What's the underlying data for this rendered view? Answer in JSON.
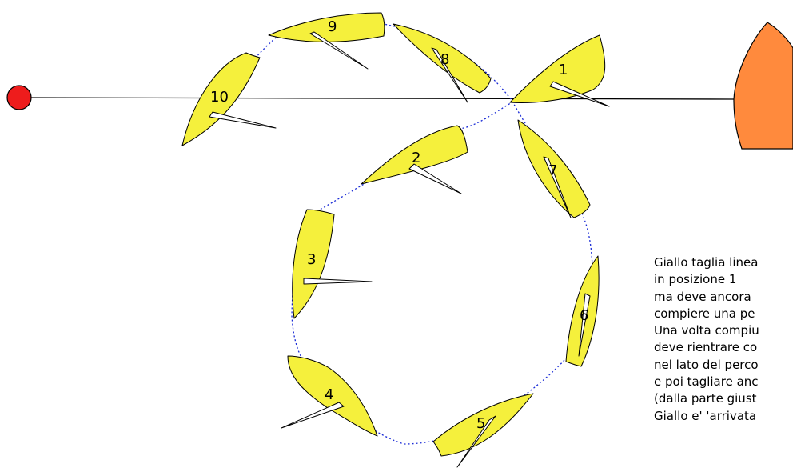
{
  "diagram": {
    "boats": [
      {
        "number": "1"
      },
      {
        "number": "2"
      },
      {
        "number": "3"
      },
      {
        "number": "4"
      },
      {
        "number": "5"
      },
      {
        "number": "6"
      },
      {
        "number": "7"
      },
      {
        "number": "8"
      },
      {
        "number": "9"
      },
      {
        "number": "10"
      }
    ],
    "caption_lines": [
      "Giallo taglia linea",
      "in posizione 1",
      "ma deve ancora",
      "compiere una pe",
      "Una volta compiu",
      "deve rientrare co",
      "nel lato del perco",
      "e poi tagliare anc",
      "(dalla parte giust",
      "Giallo e' 'arrivata"
    ],
    "colors": {
      "boat_hull": "#f5f03c",
      "committee_boat": "#ff8a3d",
      "pin_buoy": "#ee1c1c",
      "path": "#1a2bd6",
      "finish_line": "#000000"
    }
  }
}
